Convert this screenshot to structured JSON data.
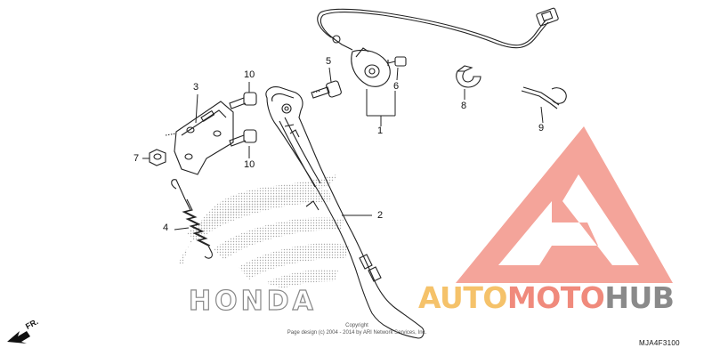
{
  "diagram": {
    "callouts": {
      "part_1": "1",
      "part_2": "2",
      "part_3": "3",
      "part_4": "4",
      "part_5": "5",
      "part_6": "6",
      "part_7": "7",
      "part_8": "8",
      "part_9": "9",
      "part_10_top": "10",
      "part_10_bottom": "10"
    },
    "copyright_line1": "Copyright",
    "copyright_line2": "Page design (c) 2004 - 2014 by ARI Network Services, Inc.",
    "diagram_code": "MJA4F3100",
    "direction_label": "FR."
  },
  "watermark": {
    "logo_text": "HONDA",
    "brand_part_1": "AUTO",
    "brand_part_2": "MOTO",
    "brand_part_3": "HUB",
    "colors": {
      "triangle": "#f4a49a",
      "auto": "#f5c26a",
      "moto": "#f08a7c",
      "hub": "#8a8a8a"
    }
  }
}
